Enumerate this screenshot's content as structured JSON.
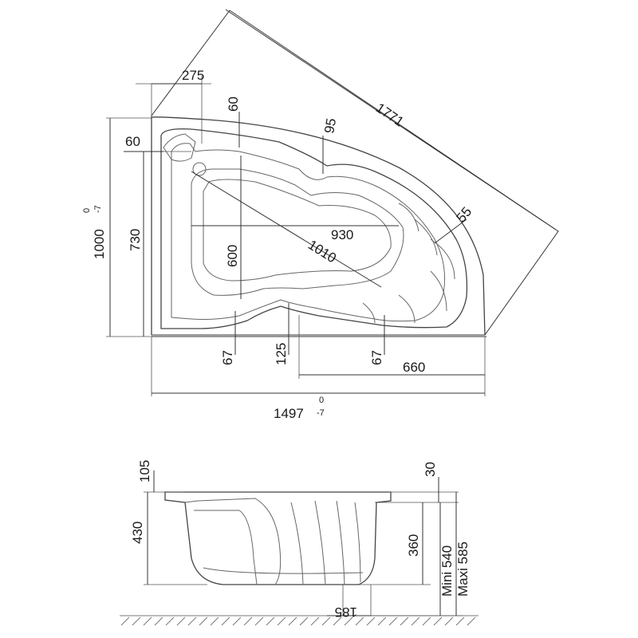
{
  "plan_view": {
    "dimensions": {
      "diagonal_outer": "1771",
      "seat_offset_top": "275",
      "rim_top": "60",
      "rim_left": "60",
      "rim_mid": "95",
      "rim_right": "55",
      "total_depth": "1000",
      "total_depth_tol_upper": "0",
      "total_depth_tol_lower": "-7",
      "inner_depth": "730",
      "basin_depth": "600",
      "basin_width": "930",
      "basin_diagonal": "1010",
      "rim_bottom_left": "67",
      "rim_bottom_mid": "125",
      "rim_bottom_right": "67",
      "right_section": "660",
      "total_width": "1497",
      "total_width_tol_upper": "0",
      "total_width_tol_lower": "-7"
    }
  },
  "side_view": {
    "dimensions": {
      "rim_height": "105",
      "body_height": "430",
      "rim_thickness": "30",
      "inner_height": "360",
      "min_height": "Mini 540",
      "max_height": "Maxi 585",
      "leg_offset": "185"
    }
  }
}
